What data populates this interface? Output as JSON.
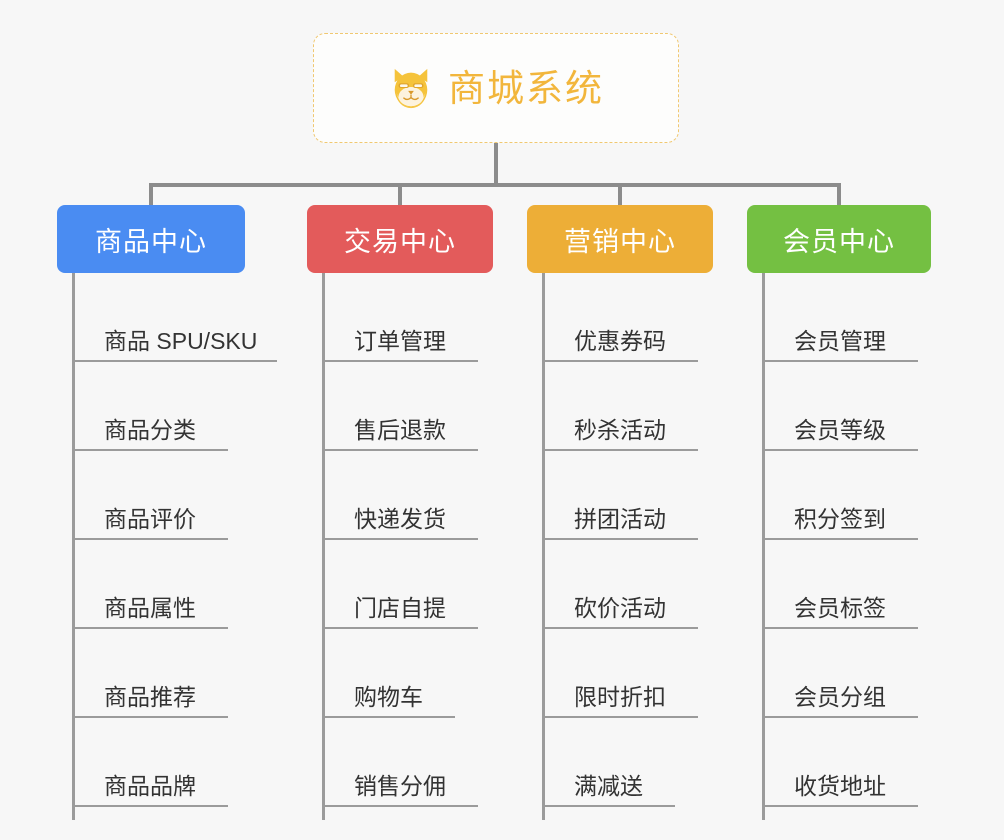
{
  "root": {
    "title": "商城系统",
    "icon": "shiba-dog-face-icon",
    "border_color": "#f0c871",
    "text_color": "#f2b63c",
    "background": "#fdfdfc"
  },
  "canvas": {
    "background": "#f7f7f7",
    "connector_color": "#8c8c8c",
    "line_color": "#9b9b9b"
  },
  "columns": [
    {
      "label": "商品中心",
      "color": "#4a8cf2",
      "items": [
        "商品 SPU/SKU",
        "商品分类",
        "商品评价",
        "商品属性",
        "商品推荐",
        "商品品牌"
      ]
    },
    {
      "label": "交易中心",
      "color": "#e35b5b",
      "items": [
        "订单管理",
        "售后退款",
        "快递发货",
        "门店自提",
        "购物车",
        "销售分佣"
      ]
    },
    {
      "label": "营销中心",
      "color": "#edae37",
      "items": [
        "优惠券码",
        "秒杀活动",
        "拼团活动",
        "砍价活动",
        "限时折扣",
        "满减送"
      ]
    },
    {
      "label": "会员中心",
      "color": "#74c042",
      "items": [
        "会员管理",
        "会员等级",
        "积分签到",
        "会员标签",
        "会员分组",
        "收货地址"
      ]
    }
  ]
}
